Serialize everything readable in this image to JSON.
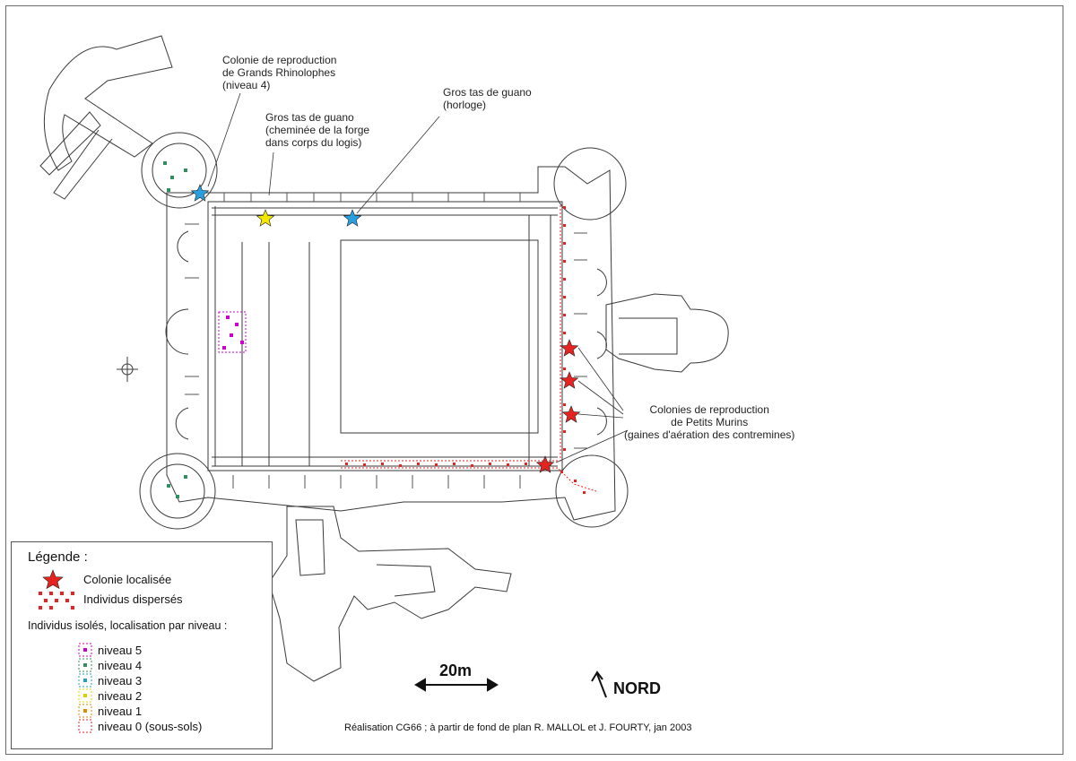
{
  "annotations": {
    "grands_rhinolophes": "Colonie de reproduction\nde Grands Rhinolophes\n(niveau 4)",
    "guano_forge": "Gros tas de guano\n(cheminée de la forge\ndans corps du logis)",
    "guano_horloge": "Gros tas de guano\n(horloge)",
    "petits_murins": "Colonies de reproduction\nde Petits Murins\n(gaines d'aération des contremines)"
  },
  "legend": {
    "title": "Légende :",
    "colonie": "Colonie localisée",
    "disperses": "Individus dispersés",
    "isoles_header": "Individus isolés, localisation par niveau :",
    "levels": [
      {
        "label": "niveau 5",
        "color": "#cc00cc"
      },
      {
        "label": "niveau 4",
        "color": "#2f8f5f"
      },
      {
        "label": "niveau 3",
        "color": "#1fa0c8"
      },
      {
        "label": "niveau 2",
        "color": "#e0d000"
      },
      {
        "label": "niveau 1",
        "color": "#e08a00"
      },
      {
        "label": "niveau 0 (sous-sols)",
        "color": "#e02020"
      }
    ]
  },
  "scale": {
    "label": "20m"
  },
  "north": {
    "label": "NORD"
  },
  "credit": "Réalisation CG66 ; à partir de fond de plan R. MALLOL et J. FOURTY, jan 2003",
  "colors": {
    "colony_red": "#e52320",
    "colony_blue": "#2a9fe0",
    "colony_yellow": "#f3e600",
    "plan_line": "#3a3a3a"
  }
}
